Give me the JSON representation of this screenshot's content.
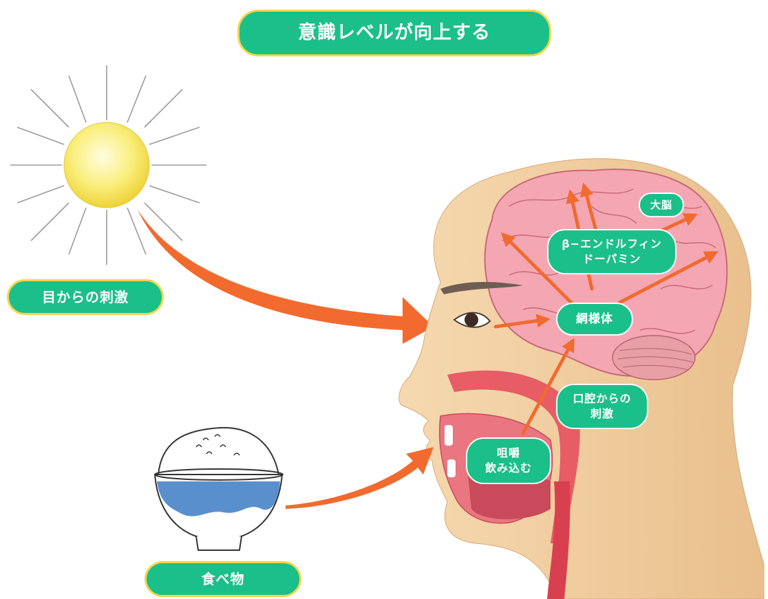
{
  "title": "意識レベルが向上する",
  "labels": {
    "eye_stimulus": "目からの刺激",
    "food": "食べ物",
    "cerebrum": "大脳",
    "neuro_line1": "β−エンドルフィン",
    "neuro_line2": "ドーパミン",
    "reticular": "網様体",
    "oral_line1": "口腔からの",
    "oral_line2": "刺激",
    "chew_line1": "咀嚼",
    "chew_line2": "飲み込む"
  },
  "colors": {
    "label_green": "#1bbf8a",
    "label_border": "#f3d64a",
    "arrow": "#f26a2e",
    "skin": "#f3d1a3",
    "brain": "#f4a7b3",
    "sun": "#f8eb6a"
  }
}
